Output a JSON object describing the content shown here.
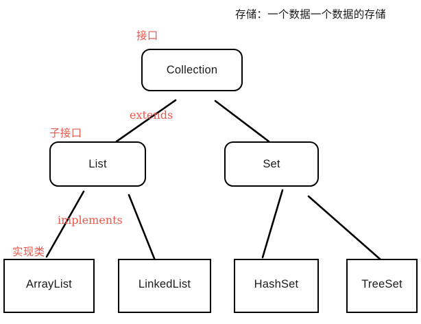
{
  "header": {
    "title": "存储：一个数据一个数据的存储"
  },
  "diagram": {
    "nodes": [
      {
        "id": "collection",
        "label": "Collection",
        "tier": "interface"
      },
      {
        "id": "list",
        "label": "List",
        "tier": "sub-interface"
      },
      {
        "id": "set",
        "label": "Set",
        "tier": "sub-interface"
      },
      {
        "id": "arraylist",
        "label": "ArrayList",
        "tier": "implementation"
      },
      {
        "id": "linkedlist",
        "label": "LinkedList",
        "tier": "implementation"
      },
      {
        "id": "hashset",
        "label": "HashSet",
        "tier": "implementation"
      },
      {
        "id": "treeset",
        "label": "TreeSet",
        "tier": "implementation"
      }
    ],
    "annotations": [
      {
        "id": "interface",
        "text": "接口"
      },
      {
        "id": "subinterface",
        "text": "子接口"
      },
      {
        "id": "implclass",
        "text": "实现类"
      },
      {
        "id": "extends",
        "text": "extends"
      },
      {
        "id": "implements",
        "text": "implements"
      }
    ],
    "edges": [
      {
        "from": "collection",
        "to": "list",
        "relation": "extends"
      },
      {
        "from": "collection",
        "to": "set",
        "relation": "extends"
      },
      {
        "from": "list",
        "to": "arraylist",
        "relation": "implements"
      },
      {
        "from": "list",
        "to": "linkedlist",
        "relation": "implements"
      },
      {
        "from": "set",
        "to": "hashset",
        "relation": "implements"
      },
      {
        "from": "set",
        "to": "treeset",
        "relation": "implements"
      }
    ],
    "colors": {
      "annotation_red": "#e8584a",
      "stroke_black": "#000000",
      "node_fill": "#ffffff",
      "text_black": "#1a1a1a"
    }
  }
}
